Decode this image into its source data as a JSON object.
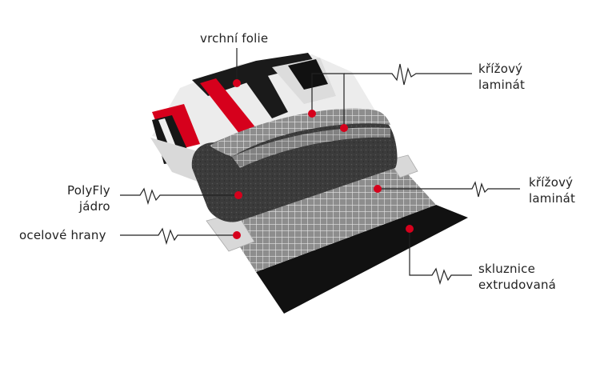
{
  "labels": {
    "top_sheet": "vrchní folie",
    "cross_laminate_top": [
      "křížový",
      "laminát"
    ],
    "cross_laminate_bottom": [
      "křížový",
      "laminát"
    ],
    "core": [
      "PolyFly",
      "jádro"
    ],
    "steel_edges": "ocelové hrany",
    "base": [
      "skluznice",
      "extrudovaná"
    ]
  },
  "colors": {
    "marker": "#d6001c",
    "base": "#111111",
    "core": "#3a3a3a",
    "mesh": "#8a8a8a",
    "leader": "#222222"
  }
}
